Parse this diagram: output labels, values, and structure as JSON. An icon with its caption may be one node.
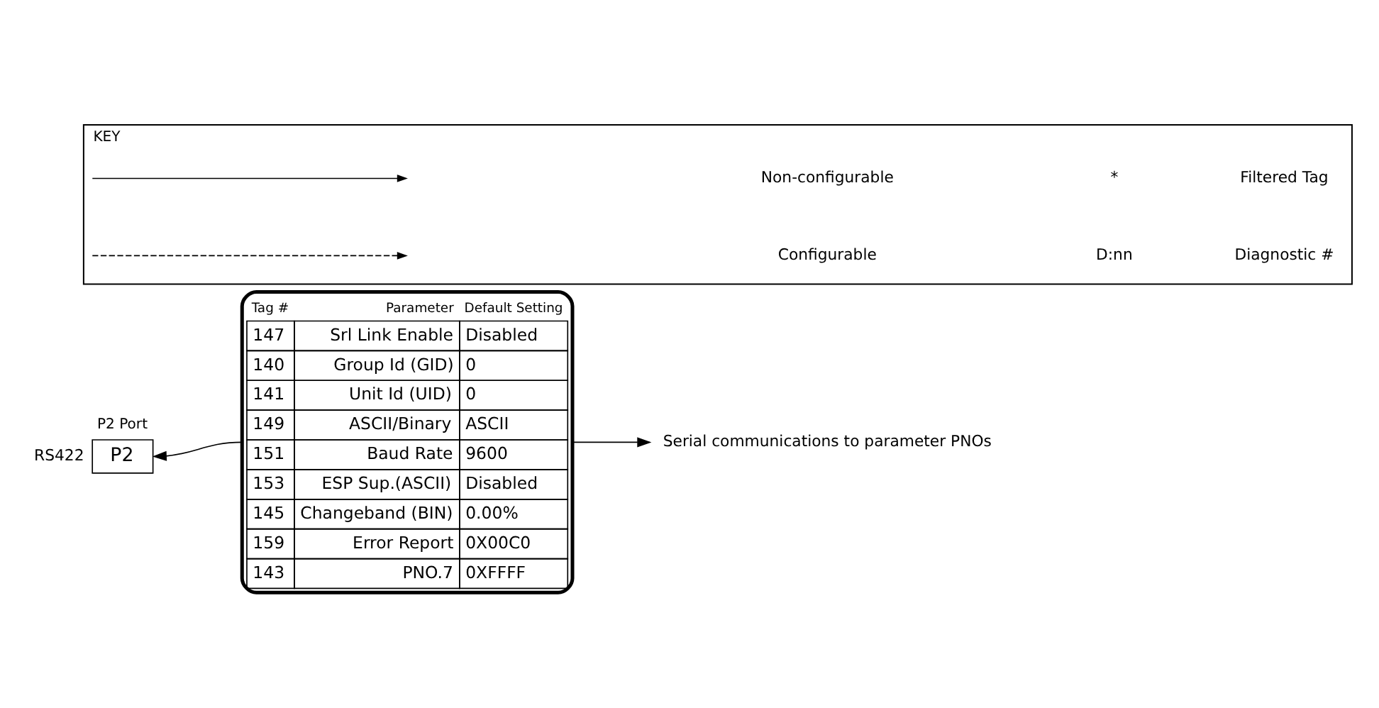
{
  "diagram": {
    "nodes": [
      {
        "text": [
          "P2"
        ],
        "beside": [
          "P2 Port",
          "RS422"
        ]
      },
      {
        "text": [
          "Tag #",
          "Parameter",
          "Default Setting",
          "147",
          "Srl Link Enable",
          "Disabled",
          "140",
          "Group Id (GID)",
          "0",
          "141",
          "Unit Id (UID)",
          "0",
          "149",
          "ASCII/Binary",
          "ASCII",
          "151",
          "Baud Rate",
          "9600",
          "153",
          "ESP Sup.(ASCII)",
          "Disabled",
          "145",
          "Changeband (BIN)",
          "0.00%",
          "159",
          "Error Report",
          "0X00C0",
          "143",
          "PNO.7",
          "0XFFFF"
        ]
      },
      {
        "text": [
          "Serial communications to parameter PNOs"
        ]
      },
      {
        "text": [
          "KEY"
        ]
      }
    ],
    "edges": [
      {
        "from": 1,
        "to": 0,
        "arrow": "to"
      },
      {
        "from": 1,
        "to": 2,
        "arrow": "to"
      }
    ],
    "labels": [
      "*",
      "D:nn"
    ],
    "legend": [
      {
        "text": "Non-configurable"
      },
      {
        "text": "Configurable"
      },
      {
        "text": "Filtered Tag"
      },
      {
        "text": "Diagnostic #"
      }
    ]
  }
}
